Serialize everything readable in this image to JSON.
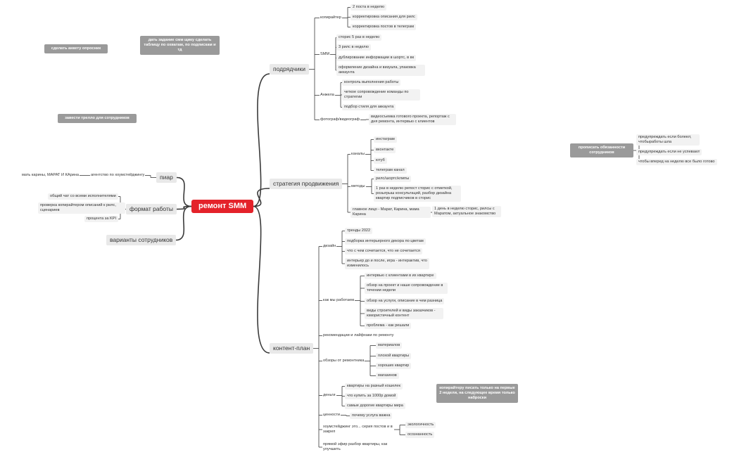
{
  "root": "ремонт SMM",
  "branches": {
    "podryadchiki": {
      "label": "подрядчики",
      "copywriter": {
        "label": "копирайтер",
        "items": [
          "2 поста в неделю",
          "корректировка описания для рилс",
          "корректировка постов в телеграм"
        ]
      },
      "smm": {
        "label": "SMM",
        "items": [
          "сторис 5 раз в неделю",
          "3 рилс в неделю",
          "дублирование информации в шортс, в вк",
          "оформление дизайна и визуала, упаковка аккаунта"
        ]
      },
      "anzhela": {
        "label": "Анжела",
        "items": [
          "контроль выполнения работы",
          "четкое сопровождение команды по стратегии",
          "подбор стиля для аккаунта"
        ]
      },
      "photo": {
        "label": "фотограф/видеограф",
        "items": [
          "видеосъемка готового проекта, репортаж с дня ремонта, интервью с клиентов"
        ]
      }
    },
    "strategy": {
      "label": "стратегия продвижения",
      "channels": {
        "label": "каналы",
        "items": [
          "инстаграм",
          "вконтакте",
          "ютуб",
          "телеграм канал"
        ]
      },
      "methods": {
        "label": "методы",
        "items": [
          "рилс/шортс/клипы",
          "1 раз в неделю репост сторис с отметкой, розыгрыш консультаций, разбор дизайна квартир подписчиков в сторис"
        ]
      },
      "face": {
        "label": "главное лицо - Марат, Карина, мама Карина",
        "items": [
          "1 день в неделю сторис, рилсы с Маратом, актуальное знакомство"
        ]
      }
    },
    "content": {
      "label": "контент-план",
      "design": {
        "label": "дизайн",
        "items": [
          "тренды 2022",
          "подборка интерьерного декора по цветам",
          "что с чем сочетается, что не сочетается",
          "интерьер до и после, игра - интерактив, что изменилось"
        ]
      },
      "how": {
        "label": "как мы работаем",
        "items": [
          "интервью с клиентами в их квартире",
          "обзор на проект и наше сопровождение в течении недели",
          "обзор на услуги, описание в чем разница",
          "виды строителей и виды заказчиков - юмористичный контент",
          "проблема - как решали"
        ]
      },
      "lifehacks": "рекомендации и лайфхаки по ремонту",
      "reviews": {
        "label": "обзоры от ремонтника",
        "items": [
          "материалов",
          "плохой квартиры",
          "хороших квартир",
          "магазинов"
        ]
      },
      "money": {
        "label": "деньги",
        "items": [
          "квартиры на разный кошелек",
          "что купить за 1000р домой",
          "самые дорогие квартиры мира"
        ]
      },
      "values": {
        "label": "ценности",
        "items": [
          "почему услуга важна"
        ]
      },
      "homestaging": {
        "label": "хоумстейджинг это... серия постов и в закреп",
        "items": [
          "экологичность",
          "осознанность"
        ]
      },
      "live": "прямой эфир разбор квартиры, как улучшить"
    },
    "piar": {
      "label": "пиар",
      "agent": "агентство по хоумстейджингу",
      "names": "мать карины, МАРАТ И КАрина"
    },
    "format": {
      "label": "формат работы",
      "items": [
        "общий чат со всеми исполнителями",
        "проверка копирайтером описаний к рилс, сценариев",
        "процента за KPI"
      ]
    },
    "variants": {
      "label": "варианты сотрудников"
    }
  },
  "floating": {
    "duties": {
      "label": "прописать обязанности сотрудников",
      "items": [
        "предупреждать если болеют, чтобыработы шла",
        "предупреждать если не успевают",
        "чтобы вперед на неделю все было готово"
      ]
    },
    "note_anketa": "сделать анкету опросник",
    "note_task": "дать задание смм щику сделать таблицу по охватам, по подпискам и тд",
    "note_trello": "завести трелло для сотрудников",
    "note_copy": "копирайтеру писать только на первые 2 недели, на следующее время только наброски"
  },
  "colors": {
    "root": "#e4222a",
    "line": "#3a3a3a",
    "note": "#9a9a9a",
    "chip": "#f2f2f2"
  }
}
